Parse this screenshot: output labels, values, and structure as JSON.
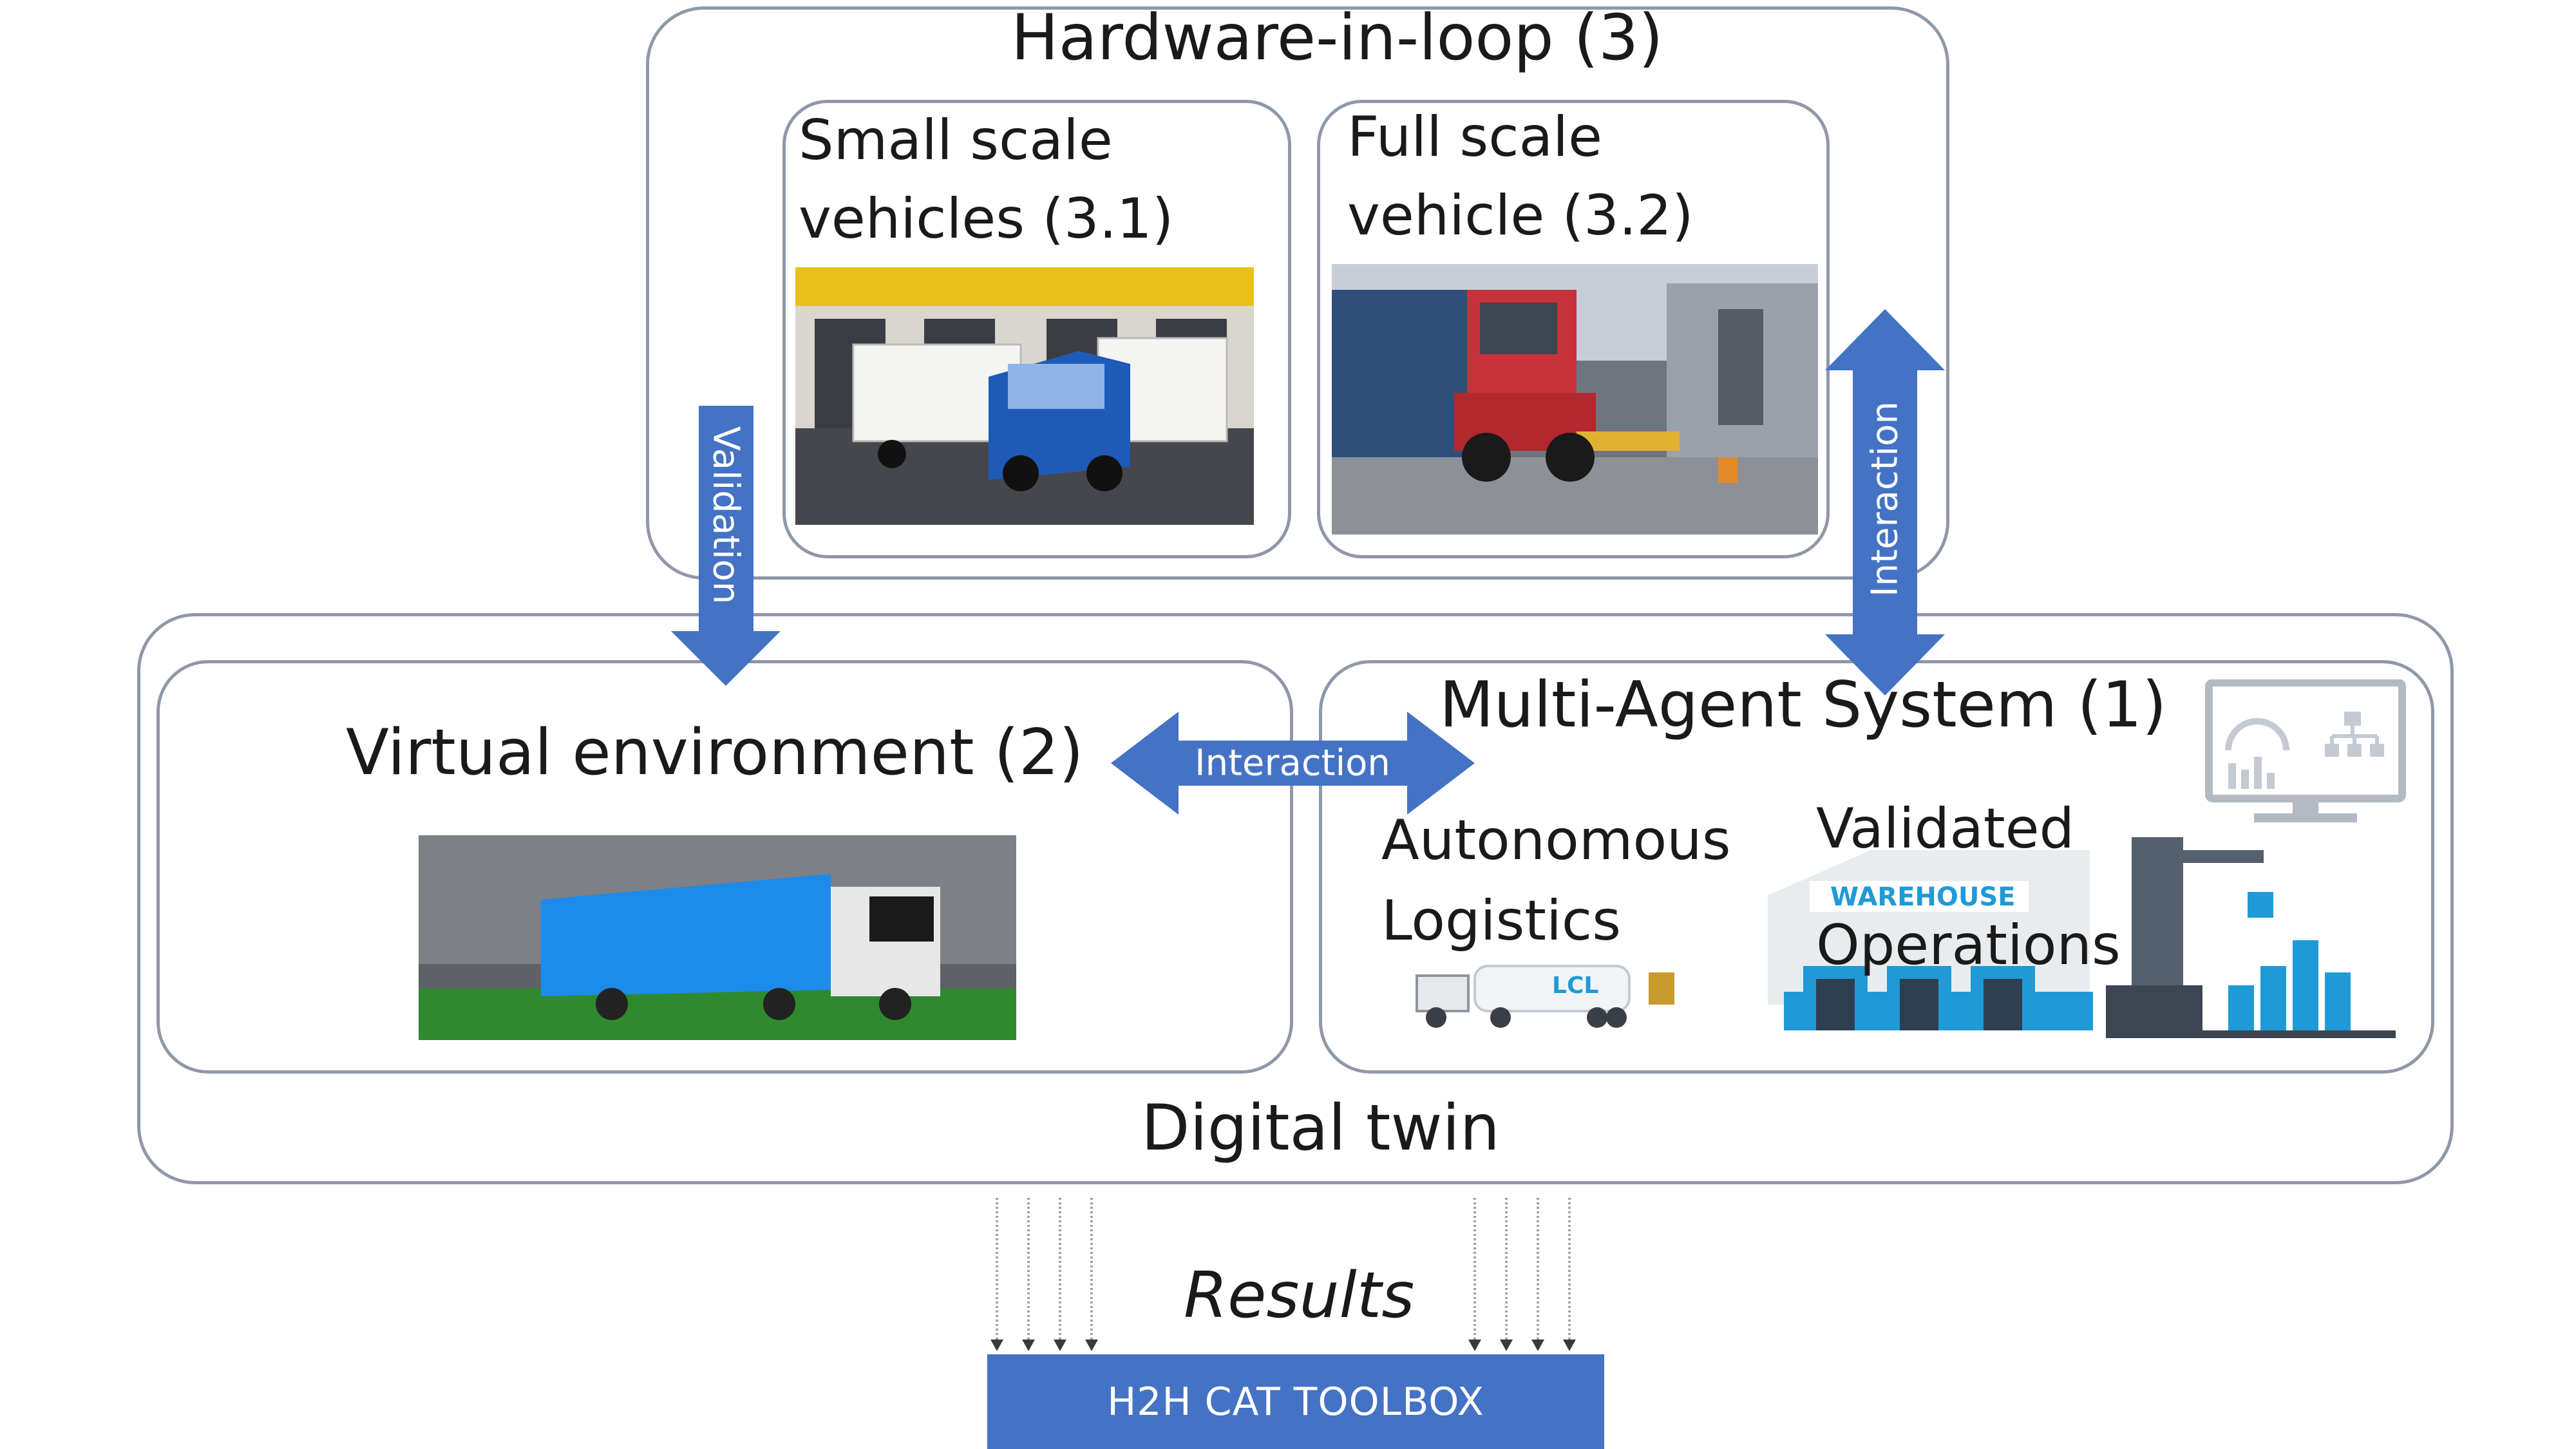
{
  "hil": {
    "title": "Hardware-in-loop (3)",
    "small_line1": "Small scale",
    "small_line2": "vehicles (3.1)",
    "full_line1": "Full scale",
    "full_line2": "vehicle (3.2)"
  },
  "arrows": {
    "validation": "Validation",
    "interaction_vertical": "Interaction",
    "interaction_horizontal": "Interaction"
  },
  "virtual_env": {
    "title": "Virtual environment (2)"
  },
  "mas": {
    "title": "Multi-Agent System (1)",
    "autonomous_line1": "Autonomous",
    "autonomous_line2": "Logistics",
    "validated_line1": "Validated",
    "validated_line2": "Operations",
    "warehouse_sign": "WAREHOUSE",
    "trailer_text": "LCL"
  },
  "digital_twin": "Digital twin",
  "results": "Results",
  "toolbox": "H2H CAT TOOLBOX",
  "colors": {
    "accent": "#4472c4",
    "border": "#8e98a8",
    "warehouse": "#1f9ad6"
  }
}
